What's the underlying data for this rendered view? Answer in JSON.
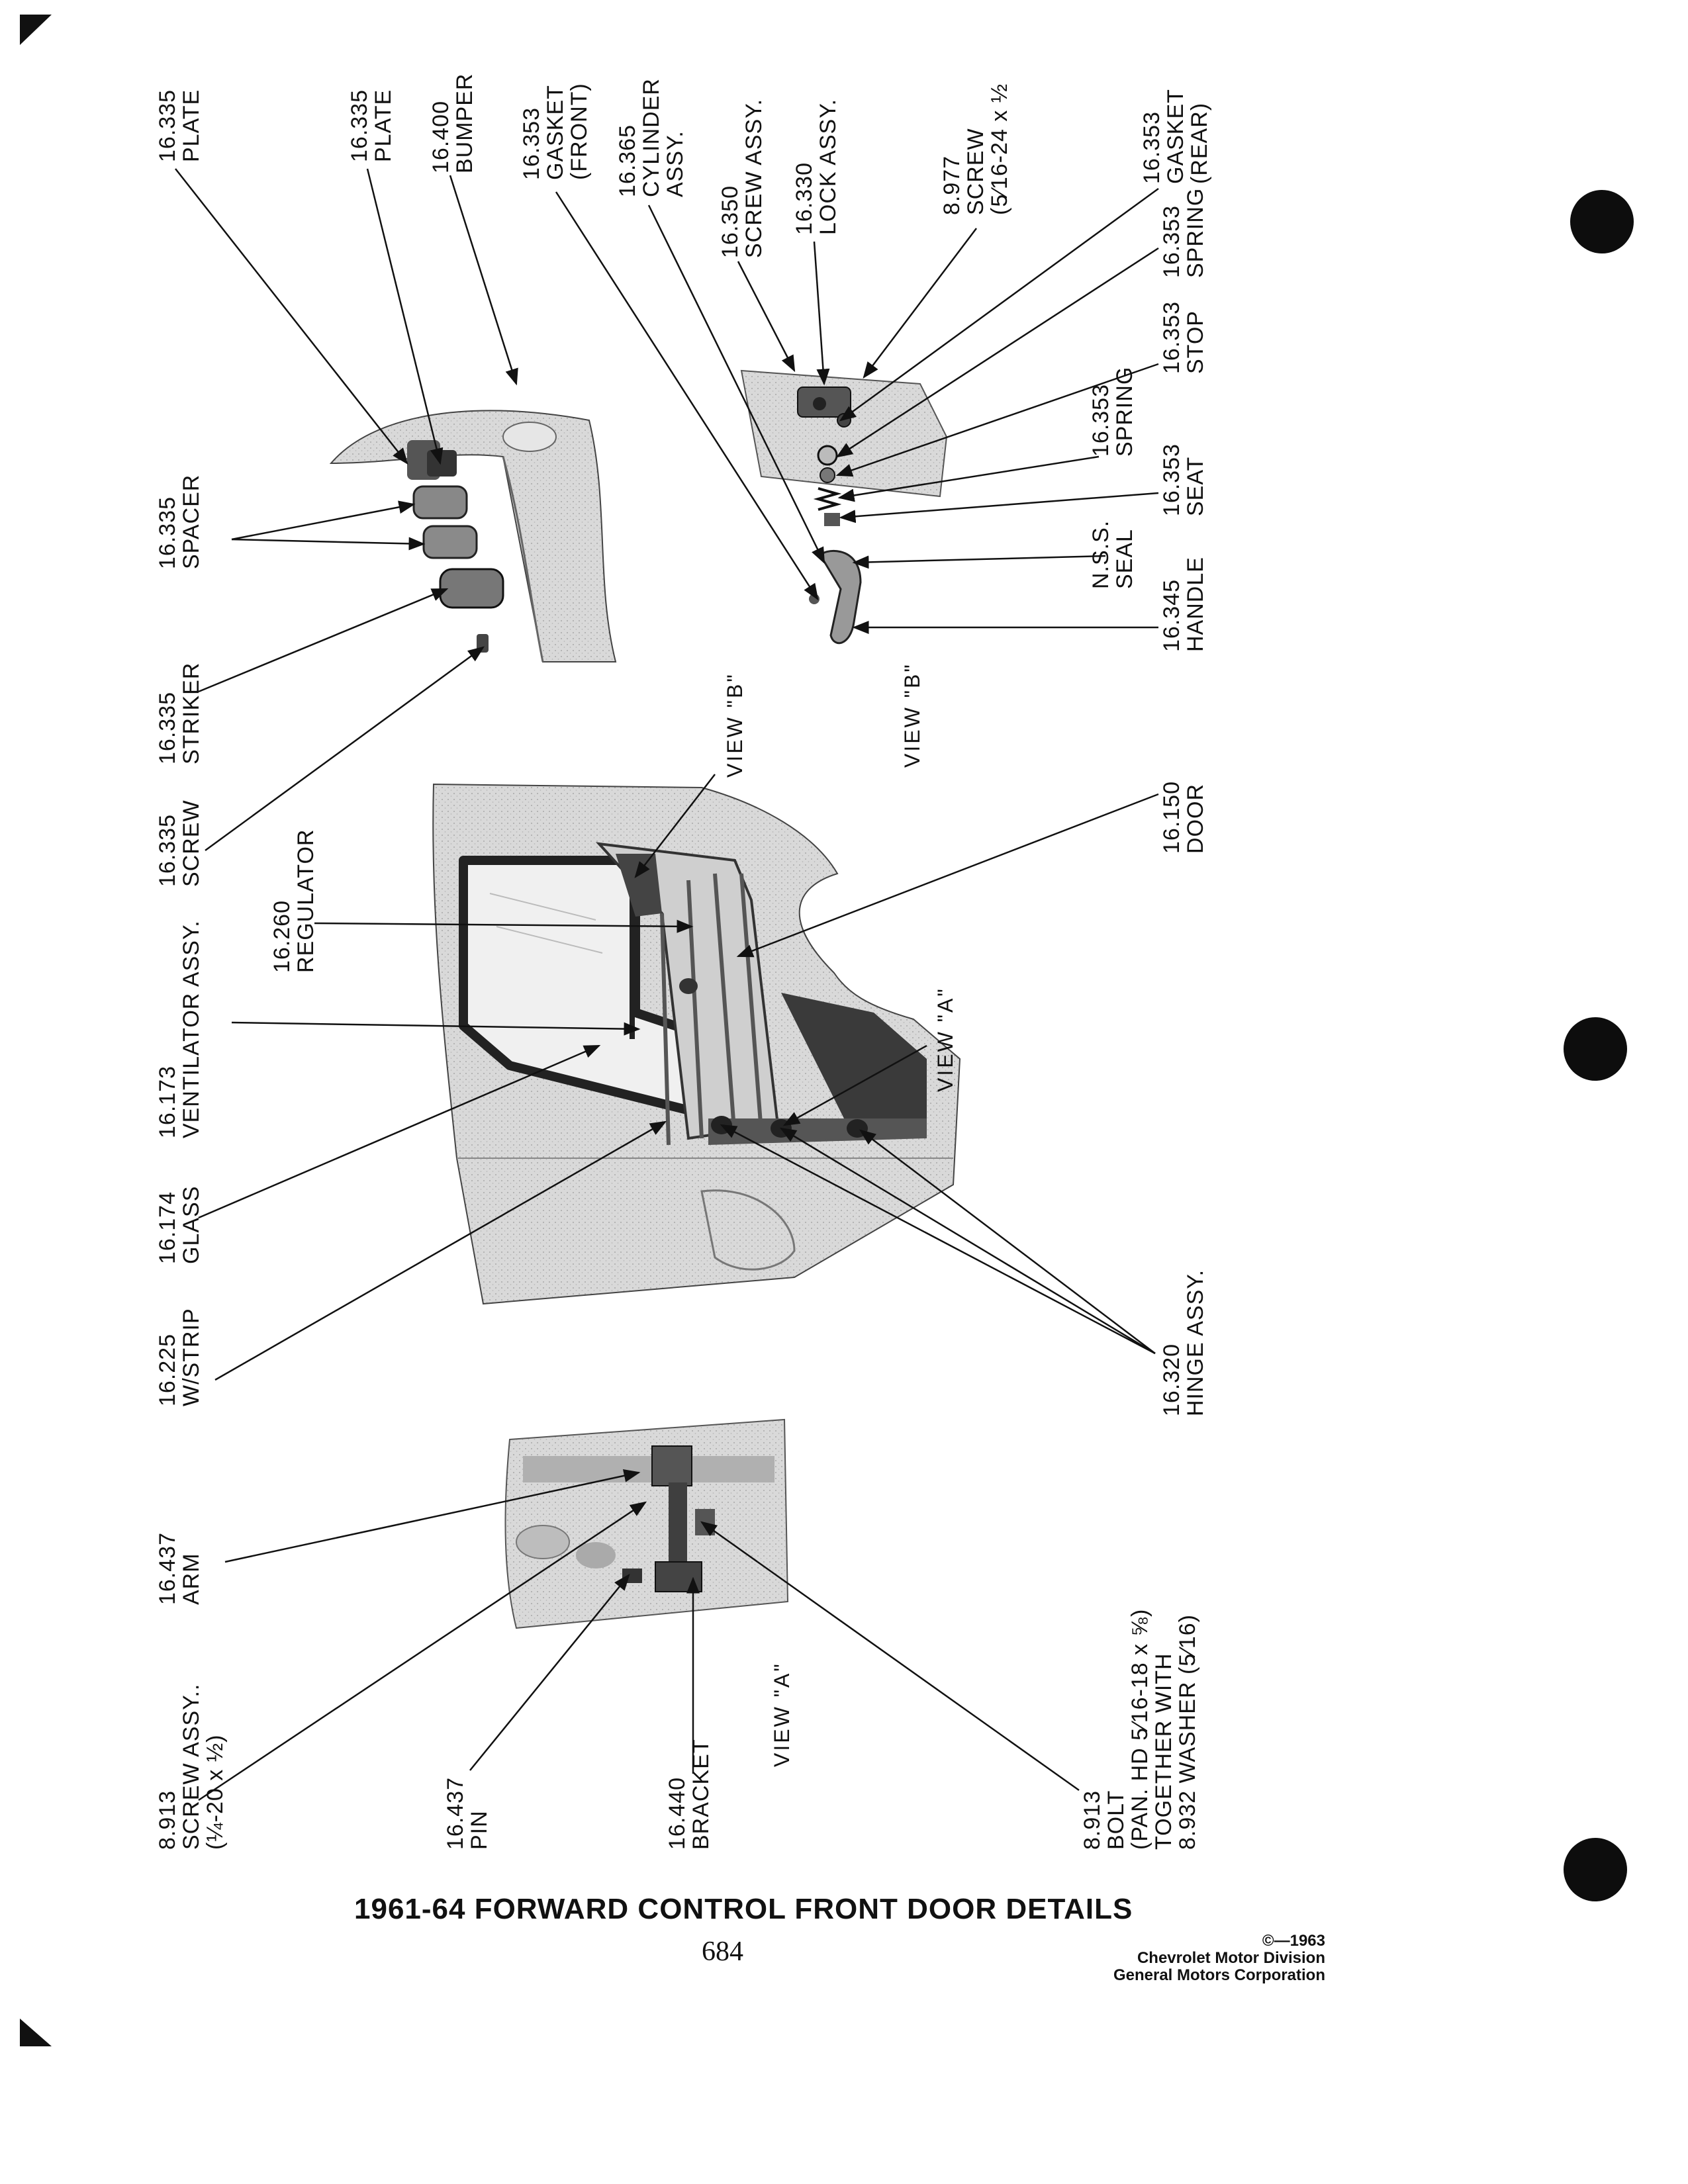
{
  "title": "1961-64 FORWARD CONTROL FRONT DOOR DETAILS",
  "page_number": "684",
  "copyright": [
    "©—1963",
    "Chevrolet Motor Division",
    "General Motors Corporation"
  ],
  "callouts": {
    "plate_1": [
      "16.335",
      "PLATE"
    ],
    "plate_2": [
      "16.335",
      "PLATE"
    ],
    "bumper": [
      "16.400",
      "BUMPER"
    ],
    "gasket_front": [
      "16.353",
      "GASKET",
      "(FRONT)"
    ],
    "cylinder_assy": [
      "16.365",
      "CYLINDER",
      "ASSY."
    ],
    "screw_assy_lock": [
      "16.350",
      "SCREW ASSY."
    ],
    "lock_assy": [
      "16.330",
      "LOCK ASSY."
    ],
    "screw_8977": [
      "8.977",
      "SCREW",
      "(5⁄16-24 x ½"
    ],
    "gasket_rear": [
      "16.353",
      "GASKET",
      "(REAR)"
    ],
    "spring_1": [
      "16.353",
      "SPRING"
    ],
    "stop": [
      "16.353",
      "STOP"
    ],
    "spring_2": [
      "16.353",
      "SPRING"
    ],
    "seat": [
      "16.353",
      "SEAT"
    ],
    "seal": [
      "N.S.S.",
      "SEAL"
    ],
    "handle": [
      "16.345",
      "HANDLE"
    ],
    "spacer": [
      "16.335",
      "SPACER"
    ],
    "striker": [
      "16.335",
      "STRIKER"
    ],
    "screw_striker": [
      "16.335",
      "SCREW"
    ],
    "regulator": [
      "16.260",
      "REGULATOR"
    ],
    "ventilator": [
      "16.173",
      "VENTILATOR ASSY."
    ],
    "glass": [
      "16.174",
      "GLASS"
    ],
    "wstrip": [
      "16.225",
      "W/STRIP"
    ],
    "door": [
      "16.150",
      "DOOR"
    ],
    "hinge_assy": [
      "16.320",
      "HINGE ASSY."
    ],
    "arm": [
      "16.437",
      "ARM"
    ],
    "screw_assy_8913": [
      "8.913",
      "SCREW ASSY..",
      "(¼-20 x ½)"
    ],
    "pin": [
      "16.437",
      "PIN"
    ],
    "bracket": [
      "16.440",
      "BRACKET"
    ],
    "bolt": [
      "8.913",
      "BOLT",
      "(PAN. HD 5⁄16-18 x ⅝)",
      "TOGETHER WITH",
      "8.932 WASHER (5⁄16)"
    ]
  },
  "views": {
    "view_b_upper": "VIEW \"B\"",
    "view_b_lower": "VIEW \"B\"",
    "view_a_door": "VIEW \"A\"",
    "view_a_hinge": "VIEW \"A\""
  }
}
